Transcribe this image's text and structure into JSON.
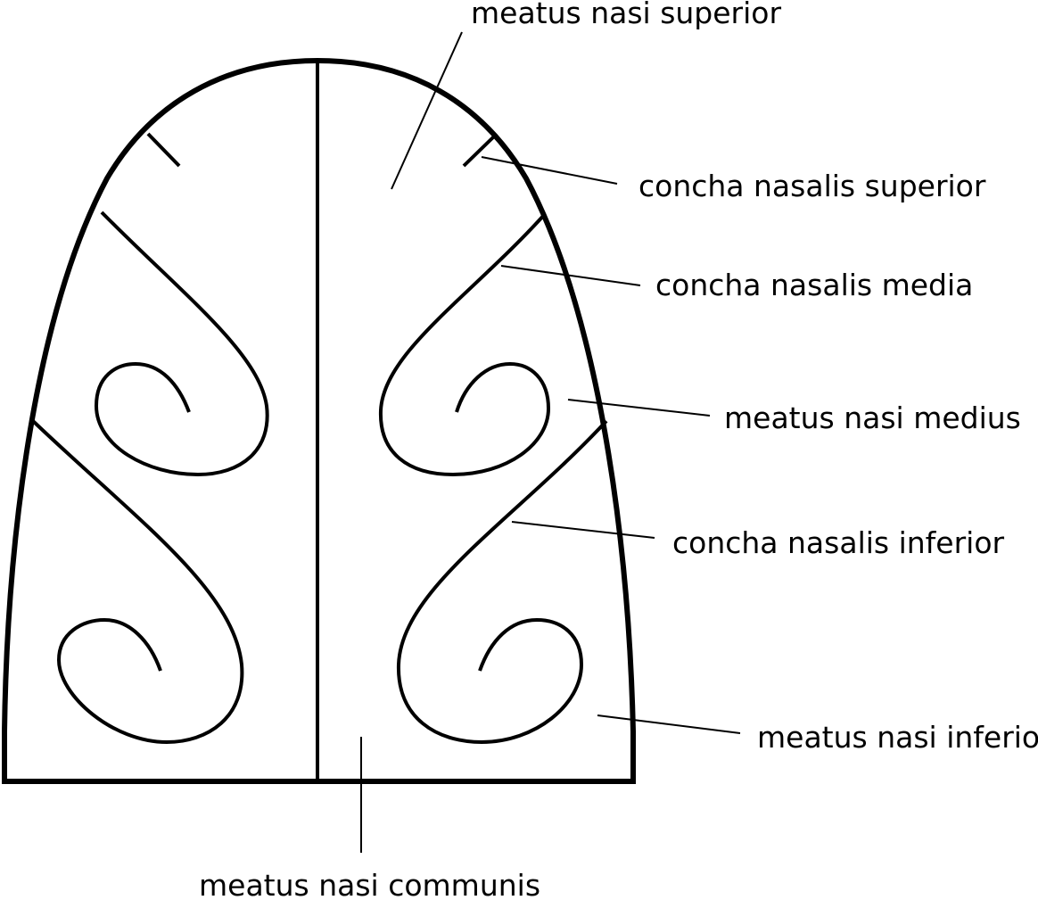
{
  "labels": {
    "meatus_nasi_superior": "meatus nasi superior",
    "concha_nasalis_superior": "concha nasalis superior",
    "concha_nasalis_media": "concha nasalis media",
    "meatus_nasi_medius": "meatus nasi medius",
    "concha_nasalis_inferior": "concha nasalis inferior",
    "meatus_nasi_inferior": "meatus nasi inferior",
    "meatus_nasi_communis": "meatus nasi communis"
  },
  "colors": {
    "line": "#000000",
    "background": "#ffffff"
  }
}
